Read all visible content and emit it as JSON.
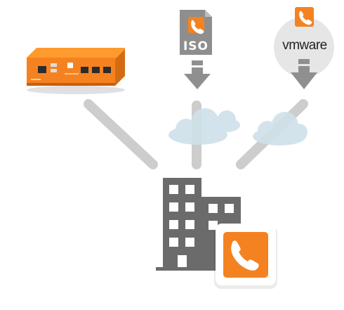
{
  "diagram": {
    "iso_label": "ISO",
    "vmware_label": "vmware",
    "colors": {
      "accent_orange": "#f58220",
      "line_gray": "#c8c8c8",
      "arrow_gray": "#8f8f8f",
      "building_gray": "#6b6b6b",
      "cloud_blue": "#cfe1e9",
      "vm_circle": "#e6e6e6"
    },
    "icons": [
      "phone-appliance",
      "iso-file-icon",
      "vmware-icon",
      "cloud-icon",
      "building-icon",
      "phone-icon"
    ]
  }
}
